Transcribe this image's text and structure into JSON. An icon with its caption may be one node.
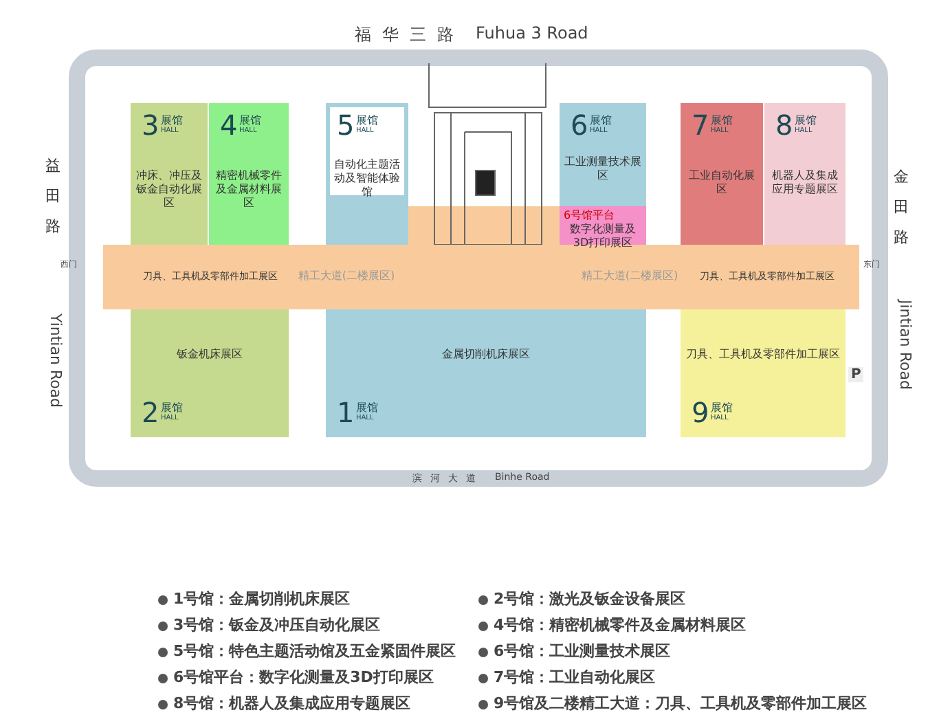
{
  "diagram": {
    "nodes": [
      {
        "text": [
          "3",
          "展馆",
          "HALL",
          "冲床、冲压及钣金自动化展区"
        ]
      },
      {
        "text": [
          "4",
          "展馆",
          "HALL",
          "精密机械零件及金属材料展区"
        ]
      },
      {
        "text": [
          "5",
          "展馆",
          "HALL",
          "自动化主题活动及智能体验馆"
        ]
      },
      {
        "text": [
          "6",
          "展馆",
          "HALL",
          "工业测量技术展区"
        ]
      },
      {
        "text": [
          "6号馆平台",
          "数字化测量及3D打印展区"
        ]
      },
      {
        "text": [
          "7",
          "展馆",
          "HALL",
          "工业自动化展区"
        ]
      },
      {
        "text": [
          "8",
          "展馆",
          "HALL",
          "机器人及集成应用专题展区"
        ]
      },
      {
        "text": [
          "刀具、工具机及零部件加工展区"
        ]
      },
      {
        "text": [
          "精工大道(二楼展区)"
        ]
      },
      {
        "text": [
          "精工大道(二楼展区)"
        ]
      },
      {
        "text": [
          "刀具、工具机及零部件加工展区"
        ]
      },
      {
        "text": [
          "2",
          "展馆",
          "HALL",
          "钣金机床展区"
        ]
      },
      {
        "text": [
          "1",
          "展馆",
          "HALL",
          "金属切削机床展区"
        ]
      },
      {
        "text": [
          "9",
          "展馆",
          "HALL",
          "刀具、工具机及零部件加工展区"
        ]
      }
    ],
    "labels": [
      "福华三路",
      "Fuhua 3 Road",
      "益田路",
      "Yintian Road",
      "金田路",
      "Jintian Road",
      "滨河大道",
      "Binhe Road",
      "西门",
      "东门",
      "P",
      "1号馆：金属切削机床展区",
      "2号馆：激光及钣金设备展区",
      "3号馆：钣金及冲压自动化展区",
      "4号馆：精密机械零件及金属材料展区",
      "5号馆：特色主题活动馆及五金紧固件展区",
      "6号馆：工业测量技术展区",
      "6号馆平台：数字化测量及3D打印展区",
      "7号馆：工业自动化展区",
      "8号馆：机器人及集成应用专题展区",
      "9号馆及二楼精工大道：刀具、工具机及零部件加工展区"
    ]
  }
}
